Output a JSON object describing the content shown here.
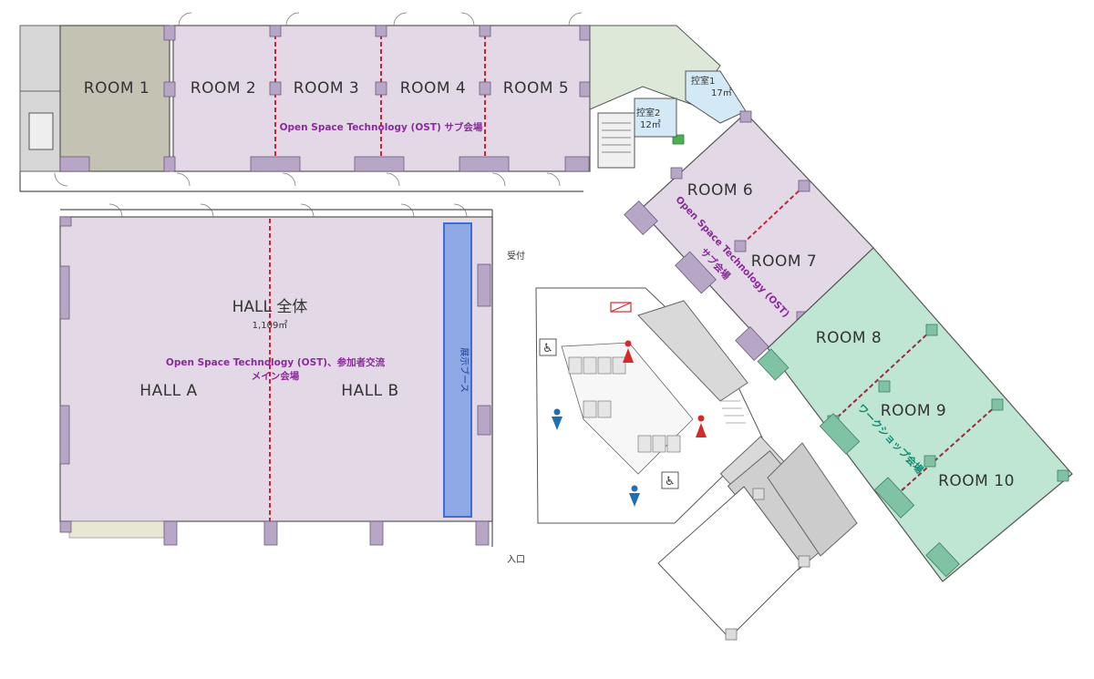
{
  "rooms": {
    "room1": "ROOM 1",
    "room2": "ROOM 2",
    "room3": "ROOM 3",
    "room4": "ROOM 4",
    "room5": "ROOM 5",
    "room6": "ROOM 6",
    "room7": "ROOM 7",
    "room8": "ROOM 8",
    "room9": "ROOM 9",
    "room10": "ROOM 10"
  },
  "hall": {
    "title": "HALL 全体",
    "area": "1,109㎡",
    "hall_a": "HALL  A",
    "hall_b": "HALL  B",
    "ost_main_line1": "Open Space Technology (OST)、参加者交流",
    "ost_main_line2": "メイン会場",
    "exhibit_booth": "展示ブース"
  },
  "ost_sub_top": "Open Space Technology (OST) サブ会場",
  "ost_sub_diag_line1": "Open Space Technology (OST)",
  "ost_sub_diag_line2": "サブ会場",
  "workshop": "ワークショップ会場",
  "waiting_rooms": {
    "r1_name": "控室1",
    "r1_area": "17㎡",
    "r2_name": "控室2",
    "r2_area": "12㎡"
  },
  "reception": "受付",
  "entrance": "入口",
  "colors": {
    "ost_room": "#e3d9e6",
    "room1": "#c4c2b2",
    "workshop_room": "#bfe6d2",
    "partition": "#c9223a",
    "ost_text": "#8a2a9b",
    "workshop_text": "#0f8a73",
    "booth": "#8fa9e6",
    "column": "#b8a6c7",
    "waiting": "#d3e9f5",
    "toilet_male": "#1f6fb5",
    "toilet_female": "#d42a2a"
  },
  "icons": [
    "wheelchair-icon",
    "male-toilet-icon",
    "female-toilet-icon",
    "smoking-icon",
    "exit-icon",
    "stairs-icon"
  ]
}
